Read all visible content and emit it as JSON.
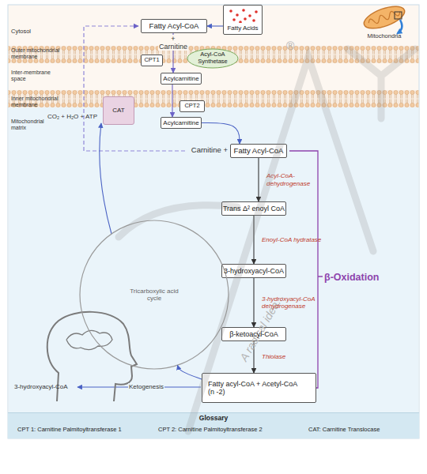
{
  "diagram": {
    "nodes": [
      {
        "text": [
          "Fatty Acyl-CoA"
        ]
      },
      {
        "text": [
          "Fatty Acids"
        ]
      },
      {
        "text": [
          "CPT1"
        ]
      },
      {
        "text": [
          "Acyl-CoA Synthetase"
        ]
      },
      {
        "text": [
          "Acylcarnitine"
        ]
      },
      {
        "text": [
          "CAT"
        ]
      },
      {
        "text": [
          "CPT2"
        ]
      },
      {
        "text": [
          "Acylcarnitine"
        ]
      },
      {
        "text": [
          "Fatty Acyl-CoA"
        ]
      },
      {
        "text": [
          "Trans Δ² enoyl CoA"
        ]
      },
      {
        "text": [
          "3-hydroxyacyl-CoA"
        ]
      },
      {
        "text": [
          "β-ketoacyl-CoA"
        ]
      },
      {
        "text": [
          "Fatty acyl-CoA + Acetyl-CoA",
          "(n -2)"
        ]
      },
      {
        "text": [
          "Tricarboxylic acid cycle"
        ]
      },
      {
        "text": [
          "Glossary",
          "CPT 1: Carnitine Palmitoyltransferase 1",
          "CPT 2: Carnitine Palmitoyltransferase 2",
          "CAT: Carnitine Translocase"
        ]
      }
    ],
    "edges": [
      {
        "from": 1,
        "to": 0,
        "arrow": "to"
      },
      {
        "from": 0,
        "to": 4,
        "arrow": "to"
      },
      {
        "from": 4,
        "to": 7,
        "arrow": "to"
      },
      {
        "from": 7,
        "to": 8,
        "arrow": "to"
      },
      {
        "from": 8,
        "to": 9,
        "arrow": "to",
        "label": "Acyl-CoA-dehydrogenase"
      },
      {
        "from": 9,
        "to": 10,
        "arrow": "to",
        "label": "Enoyl-CoA hydratase"
      },
      {
        "from": 10,
        "to": 11,
        "arrow": "to",
        "label": "3-hydroxyacyl-CoA dehydrogenase"
      },
      {
        "from": 11,
        "to": 12,
        "arrow": "to",
        "label": "Thiolase"
      },
      {
        "from": 12,
        "to": 13,
        "arrow": "to"
      }
    ],
    "labels": [
      "Cytosol",
      "Outer mitochondrial membrane",
      "Inter-membrane space",
      "Inner mitochondrial membrane",
      "Mitochondrial matrix",
      "+",
      "Carnitine",
      "Mitochondria",
      "Carnitine +",
      "β-Oxidation",
      "CO₂ + H₂O + ATP",
      "Ketogenesis",
      "3-hydroxyacyl-CoA",
      "®",
      "A radical idea..."
    ]
  }
}
